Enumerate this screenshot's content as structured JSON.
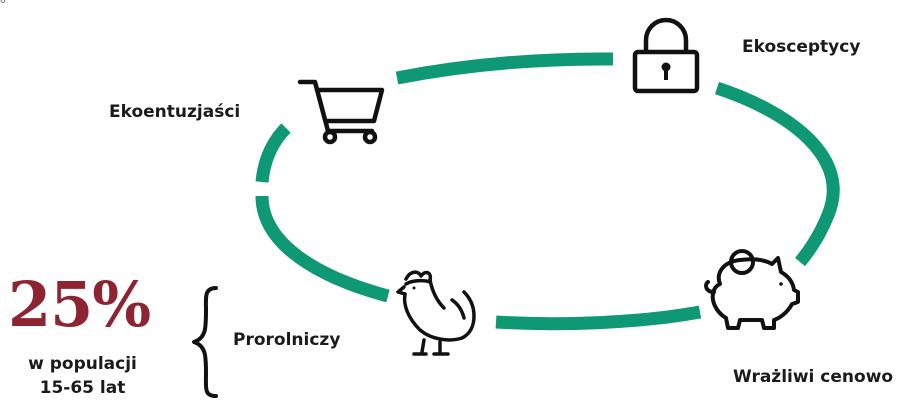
{
  "corner_mark": "0",
  "ring": {
    "color": "#0f9874",
    "segment_count": 5
  },
  "segments": [
    {
      "label": "Ekoentuzjaści",
      "icon": "shopping-cart-icon"
    },
    {
      "label": "Ekosceptycy",
      "icon": "padlock-icon"
    },
    {
      "label": "Wrażliwi cenowo",
      "icon": "piggy-bank-icon"
    },
    {
      "label": "Prorolniczy",
      "icon": "rooster-icon"
    }
  ],
  "stat": {
    "value": "25%",
    "caption_line1": "w populacji",
    "caption_line2": "15-65 lat",
    "value_color": "#8e2431",
    "bracket_icon": "curly-brace-icon"
  }
}
